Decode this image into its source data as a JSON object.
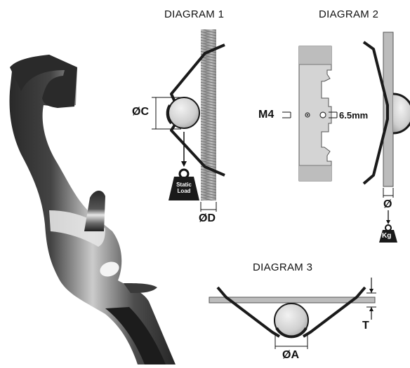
{
  "diagram1": {
    "title": "DIAGRAM 1",
    "label_c": "ØC",
    "label_d": "ØD",
    "weight_label_line1": "Static",
    "weight_label_line2": "Load"
  },
  "diagram2": {
    "title": "DIAGRAM 2",
    "label_m4": "M4",
    "label_hole": "6.5mm",
    "label_dia": "Ø",
    "weight_label": "Kg"
  },
  "diagram3": {
    "title": "DIAGRAM 3",
    "label_t": "T",
    "label_a": "ØA"
  },
  "colors": {
    "ink": "#111111",
    "steel_light": "#d0d0d0",
    "steel_mid": "#9a9a9a",
    "steel_dark": "#2b2b2b",
    "weight_fill": "#1a1a1a"
  }
}
